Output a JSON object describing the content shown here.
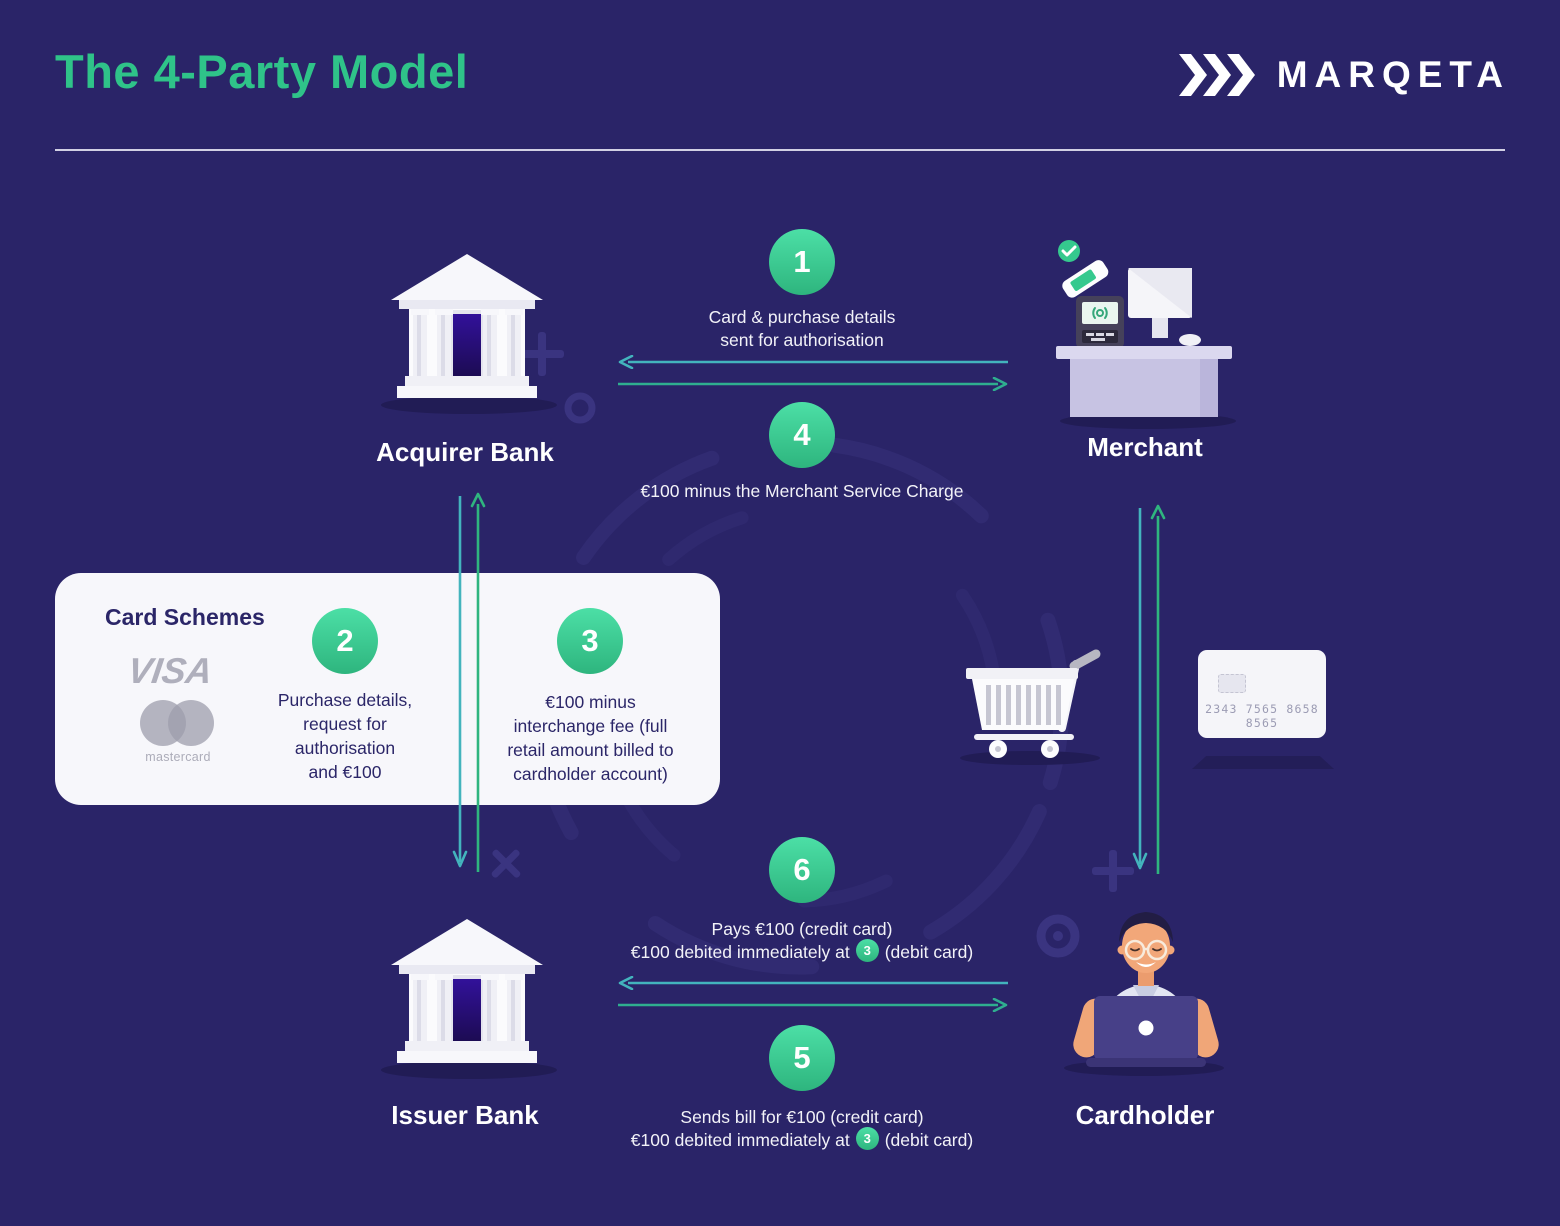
{
  "header": {
    "title": "The 4-Party Model",
    "brand": "MARQETA"
  },
  "entities": {
    "acquirer": "Acquirer Bank",
    "merchant": "Merchant",
    "issuer": "Issuer Bank",
    "cardholder": "Cardholder"
  },
  "card_schemes": {
    "title": "Card Schemes",
    "visa": "VISA",
    "mastercard": "mastercard"
  },
  "flows": {
    "f1": {
      "num": "1",
      "text": "Card & purchase details\nsent for authorisation"
    },
    "f2": {
      "num": "2",
      "text": "Purchase details,\nrequest for\nauthorisation\nand €100"
    },
    "f3": {
      "num": "3",
      "text": "€100 minus\ninterchange fee (full\nretail amount billed to\ncardholder account)"
    },
    "f4": {
      "num": "4",
      "text": "€100 minus the Merchant Service Charge"
    },
    "f5": {
      "num": "5",
      "line1": "Sends bill for €100 (credit card)",
      "line2_pre": "€100 debited immediately at",
      "badge": "3",
      "line2_post": "(debit card)"
    },
    "f6": {
      "num": "6",
      "line1": "Pays €100 (credit card)",
      "line2_pre": "€100 debited immediately at",
      "badge": "3",
      "line2_post": "(debit card)"
    }
  },
  "credit_card": {
    "number": "2343 7565 8658 8565"
  },
  "colors": {
    "background": "#2A2468",
    "title_green": "#2FC389",
    "circle_green_top": "#4CDFA6",
    "circle_green_bottom": "#2EB57E",
    "arrow_teal": "#43B4BD",
    "arrow_green": "#2FAE8F",
    "panel_white": "#F7F7FB",
    "panel_navy_text": "#2B2668"
  }
}
